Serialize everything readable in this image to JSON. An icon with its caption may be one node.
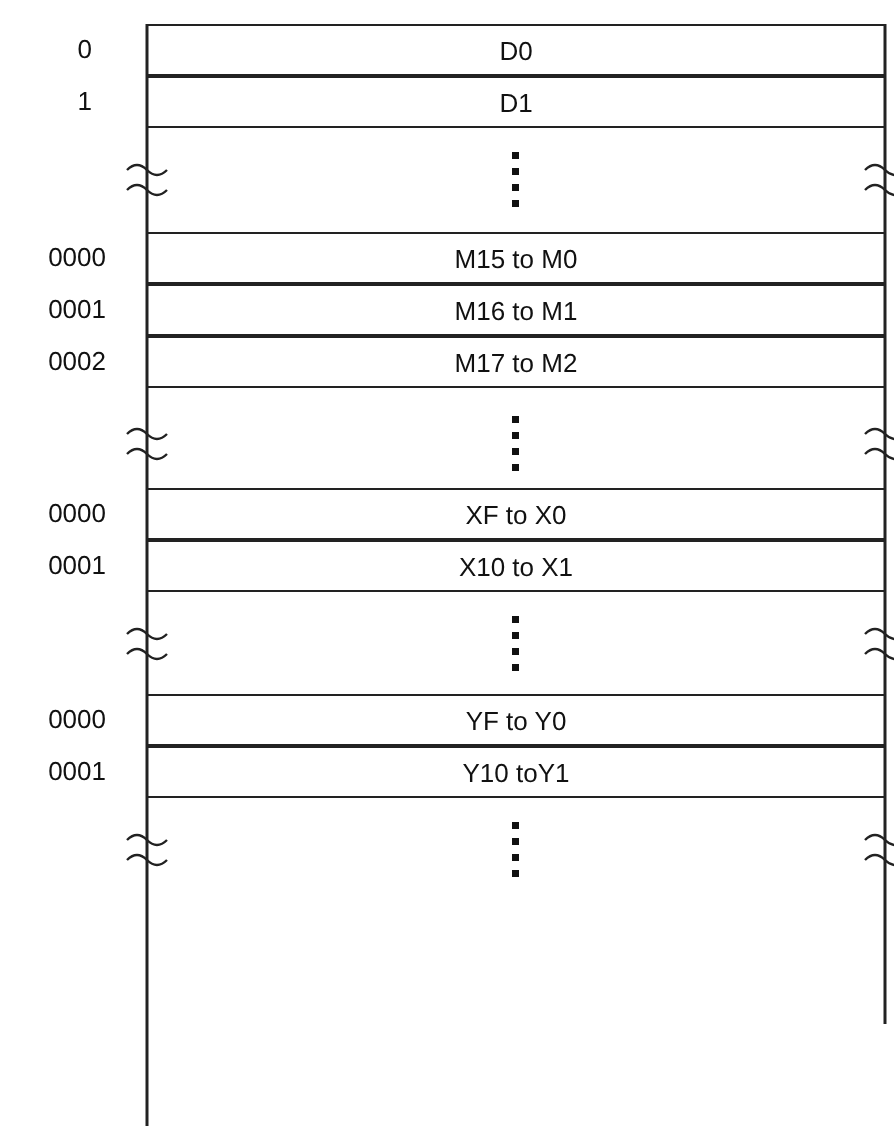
{
  "diagram": {
    "nodes": [
      {
        "text": [
          "D0"
        ],
        "beside": [
          "0"
        ]
      },
      {
        "text": [
          "D1"
        ],
        "beside": [
          "1"
        ]
      },
      {
        "text": [
          "M15 to M0"
        ],
        "beside": [
          "0000"
        ]
      },
      {
        "text": [
          "M16 to M1"
        ],
        "beside": [
          "0001"
        ]
      },
      {
        "text": [
          "M17 to M2"
        ],
        "beside": [
          "0002"
        ]
      },
      {
        "text": [
          "XF to X0"
        ],
        "beside": [
          "0000"
        ]
      },
      {
        "text": [
          "X10 to X1"
        ],
        "beside": [
          "0001"
        ]
      },
      {
        "text": [
          "YF to Y0"
        ],
        "beside": [
          "0000"
        ]
      },
      {
        "text": [
          "Y10 toY1"
        ],
        "beside": [
          "0001"
        ]
      }
    ]
  }
}
